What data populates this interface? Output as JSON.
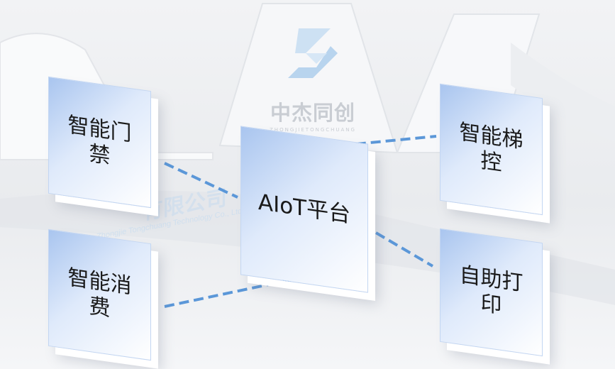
{
  "logo": {
    "cn": "中杰同创",
    "en": "ZHONGJIETONGCHUANG"
  },
  "watermark": {
    "cn": "有限公司",
    "en": "Beijing Zhongjie Tongchuang Technology Co., Ltd"
  },
  "nodes": {
    "center": "AIoT平台",
    "door": "智能门禁",
    "elevator": "智能梯控",
    "consume": "智能消费",
    "print": "自助打印"
  },
  "colors": {
    "card": "#a9c5ef",
    "link": "#5b97d8",
    "logo": "#c9cdd3"
  }
}
